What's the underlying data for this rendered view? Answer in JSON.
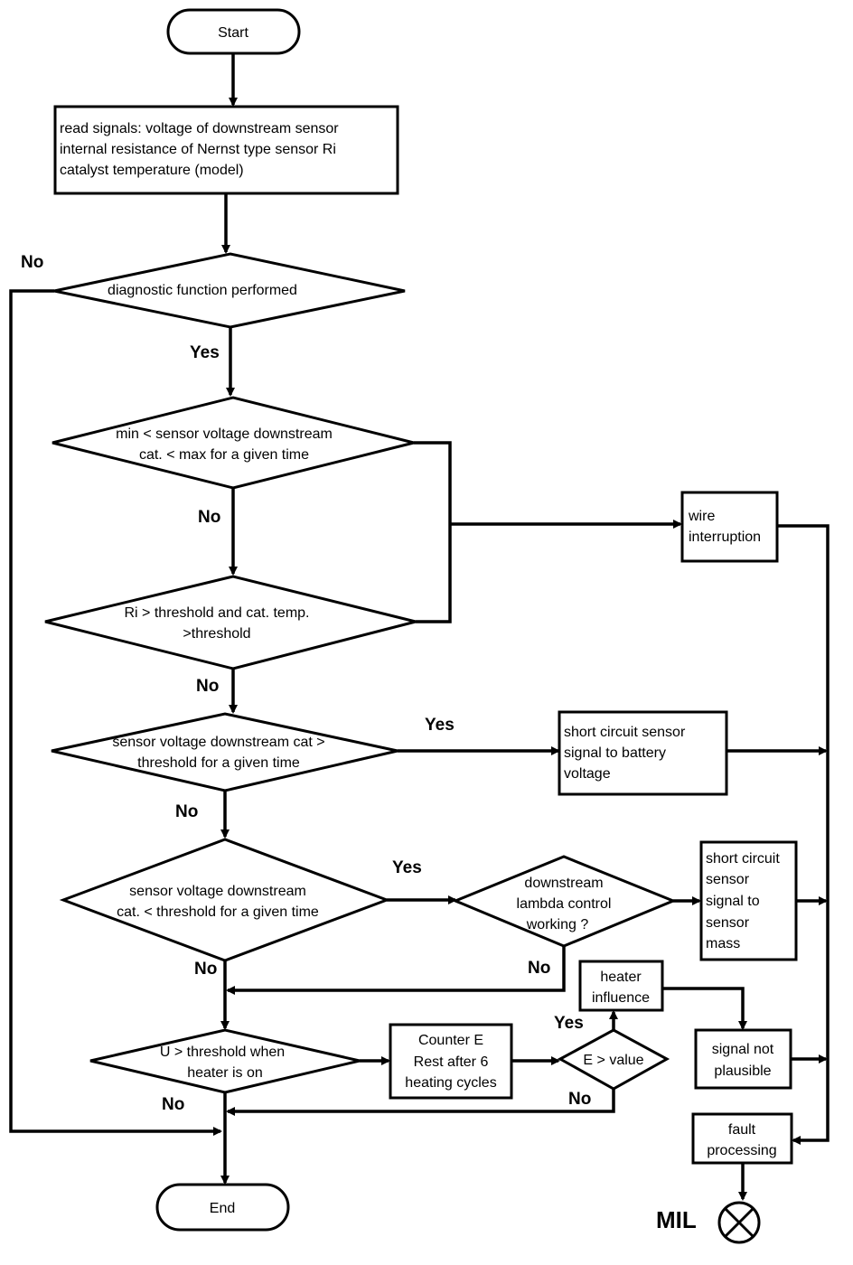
{
  "nodes": {
    "start": "Start",
    "read_signals": [
      "read signals: voltage of downstream sensor",
      "internal resistance of Nernst type sensor Ri",
      "catalyst temperature (model)"
    ],
    "diag_performed": "diagnostic function performed",
    "min_max": [
      "min < sensor voltage downstream",
      "cat. < max for a given time"
    ],
    "ri_threshold": [
      "Ri  > threshold and cat. temp.",
      ">threshold"
    ],
    "voltage_high": [
      "sensor voltage downstream cat >",
      "threshold for a given time"
    ],
    "voltage_low": [
      "sensor voltage downstream",
      "cat. < threshold for a given time"
    ],
    "lambda_control": [
      "downstream",
      "lambda control",
      "working ?"
    ],
    "u_threshold": [
      "U > threshold when",
      "heater is on"
    ],
    "counter": [
      "Counter E",
      "Rest after 6",
      "heating cycles"
    ],
    "e_value": "E > value",
    "wire_interruption": [
      "wire",
      "interruption"
    ],
    "short_battery": [
      "short circuit sensor",
      "signal to battery",
      "voltage"
    ],
    "short_mass": [
      "short circuit",
      "sensor",
      "signal to",
      "sensor",
      "mass"
    ],
    "heater_influence": [
      "heater",
      "influence"
    ],
    "signal_not_plausible": [
      "signal not",
      "plausible"
    ],
    "fault_processing": [
      "fault",
      "processing"
    ],
    "end": "End",
    "mil": "MIL"
  },
  "edge_labels": {
    "diag_no": "No",
    "diag_yes": "Yes",
    "minmax_no": "No",
    "ri_no": "No",
    "vhigh_yes": "Yes",
    "vhigh_no": "No",
    "vlow_yes": "Yes",
    "vlow_no": "No",
    "lambda_no": "No",
    "u_no": "No",
    "e_yes": "Yes",
    "e_no": "No"
  }
}
